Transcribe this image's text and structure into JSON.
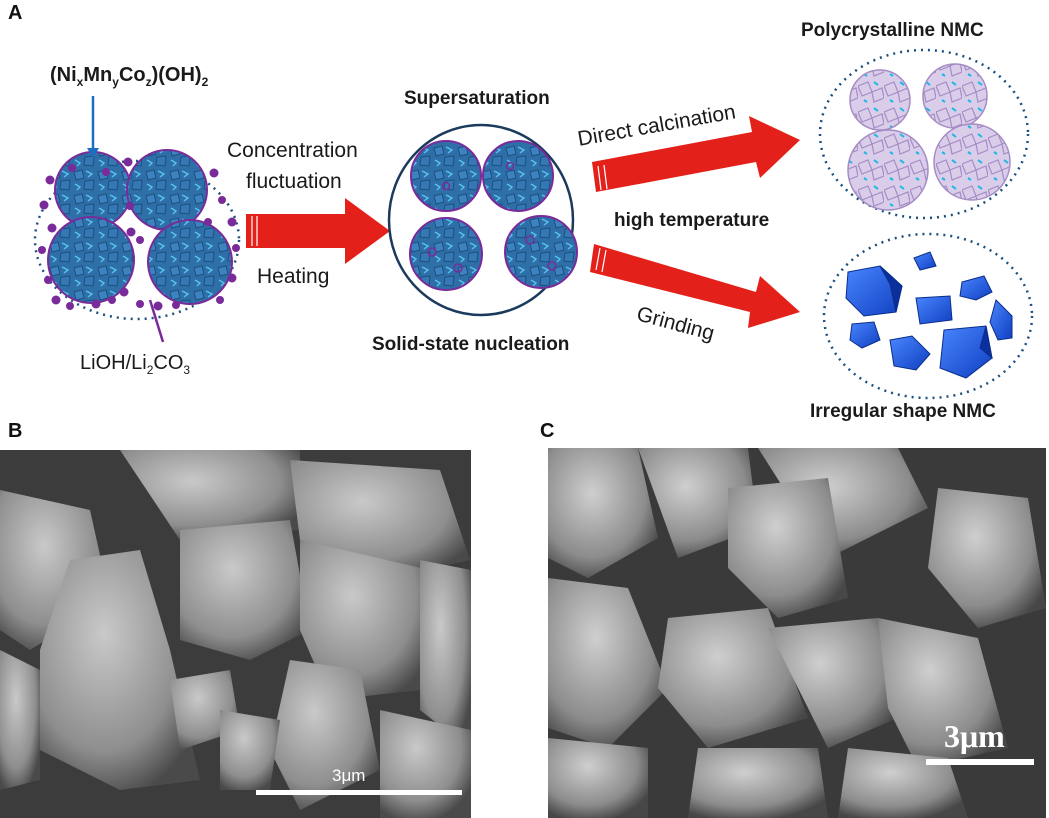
{
  "panels": {
    "a": "A",
    "b": "B",
    "c": "C"
  },
  "labels": {
    "precursor_formula": {
      "base": "(Ni",
      "x": "x",
      "mn": "Mn",
      "y": "y",
      "co": "Co",
      "z": "z",
      "tail": ")(OH)",
      "two": "2"
    },
    "lithium_source": {
      "a": "LiOH/Li",
      "two": "2",
      "b": "CO",
      "three": "3"
    },
    "concentration": "Concentration",
    "fluctuation": "fluctuation",
    "heating": "Heating",
    "supersaturation": "Supersaturation",
    "solid_state": "Solid-state nucleation",
    "direct_calcination": "Direct calcination",
    "high_temperature": "high temperature",
    "grinding": "Grinding",
    "polycrystalline": "Polycrystalline NMC",
    "irregular": "Irregular shape NMC"
  },
  "scale_bars": {
    "b": "3μm",
    "c": "3μm"
  },
  "colors": {
    "particle_fill": "#2f6fa8",
    "particle_dark": "#1b4f7e",
    "particle_light": "#4fb6e6",
    "purple_dots": "#7a2b9a",
    "arrow_red": "#e4201a",
    "poly_fill": "#d9cdea",
    "crystal_blue": "#1f5fe0",
    "sem_gray": "#8a8a8a"
  }
}
